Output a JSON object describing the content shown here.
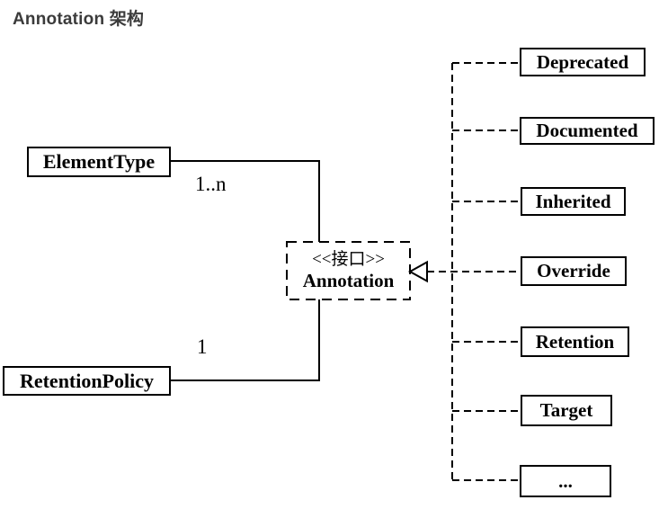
{
  "title": "Annotation 架构",
  "colors": {
    "line": "#000000",
    "text": "#000000",
    "title_text": "#3b3b3b",
    "box_background": "#ffffff"
  },
  "diagram": {
    "left_classes": [
      {
        "label": "ElementType",
        "multiplicity": "1..n"
      },
      {
        "label": "RetentionPolicy",
        "multiplicity": "1"
      }
    ],
    "interface": {
      "stereotype": "<<接口>>",
      "name": "Annotation"
    },
    "implementations": [
      "Deprecated",
      "Documented",
      "Inherited",
      "Override",
      "Retention",
      "Target",
      "..."
    ]
  }
}
